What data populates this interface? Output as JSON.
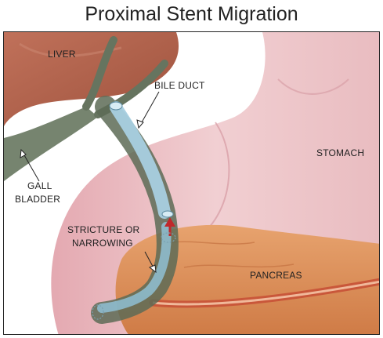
{
  "title": "Proximal Stent Migration",
  "labels": {
    "liver": "LIVER",
    "bile_duct": "BILE DUCT",
    "stomach": "STOMACH",
    "gall_bladder_line1": "GALL",
    "gall_bladder_line2": "BLADDER",
    "stricture_line1": "STRICTURE OR",
    "stricture_line2": "NARROWING",
    "pancreas": "PANCREAS"
  },
  "colors": {
    "liver": "#b2614a",
    "stomach": "#eab9bf",
    "pancreas": "#d98a54",
    "bile_duct": "#5f6e58",
    "stent": "#a8cfe0",
    "arrow": "#c0282a"
  }
}
